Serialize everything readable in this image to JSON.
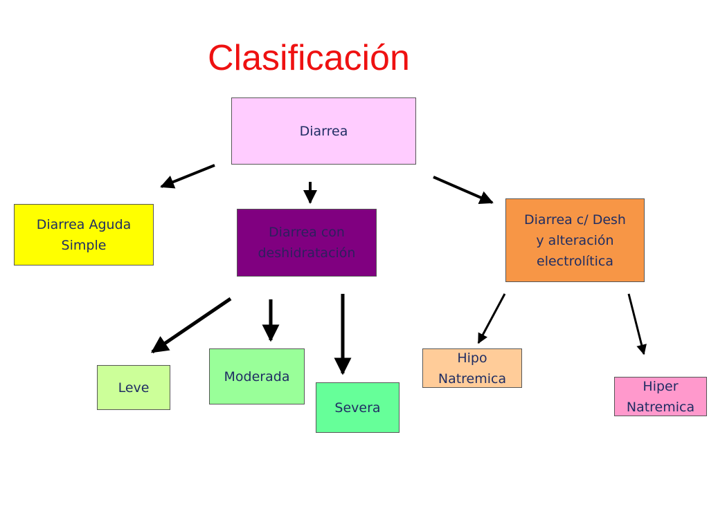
{
  "title": "Clasificación",
  "nodes": {
    "root": "Diarrea",
    "aguda": "Diarrea Aguda\nSimple",
    "deshidratacion": "Diarrea con\ndeshidratación",
    "electrolitica": "Diarrea c/ Desh\ny alteración\nelectrolítica",
    "leve": "Leve",
    "moderada": "Moderada",
    "severa": "Severa",
    "hipo": "Hipo\nNatremica",
    "hiper": "Hiper\nNatremica"
  },
  "colors": {
    "title": "#ee1111",
    "text": "#1f2d63",
    "root": "#ffccff",
    "aguda": "#ffff00",
    "deshidratacion": "#800080",
    "electrolitica": "#f79646",
    "leve": "#ccff99",
    "moderada": "#99ff99",
    "severa": "#66ff99",
    "hipo": "#ffcc99",
    "hiper": "#ff99cc"
  }
}
